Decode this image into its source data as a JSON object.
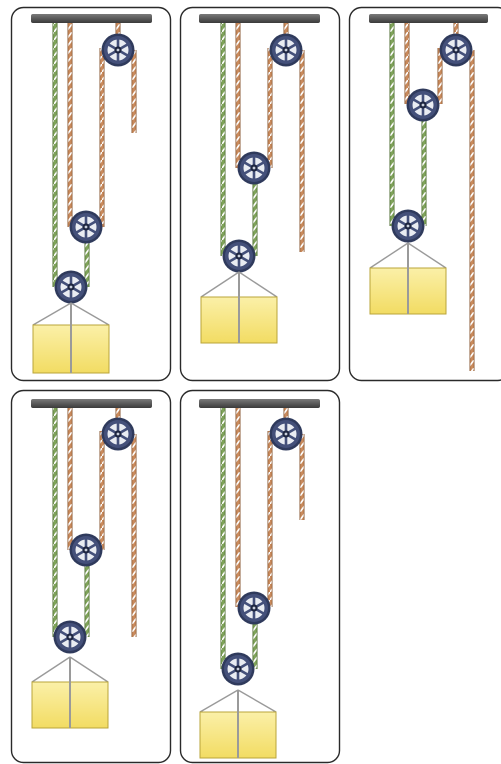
{
  "figure": {
    "panels": [
      {
        "id": "panel-1",
        "row": 1,
        "column": 1,
        "loose_rope_end": "top-right"
      },
      {
        "id": "panel-2",
        "row": 1,
        "column": 2,
        "loose_rope_end": "right"
      },
      {
        "id": "panel-3",
        "row": 1,
        "column": 3,
        "loose_rope_end": "right-bottom"
      },
      {
        "id": "panel-4",
        "row": 2,
        "column": 1,
        "loose_rope_end": "right"
      },
      {
        "id": "panel-5",
        "row": 2,
        "column": 2,
        "loose_rope_end": "top-right"
      }
    ],
    "colors": {
      "panel_border": "#2a2a2a",
      "ceiling": "#5a5a5a",
      "pulley_fill": "#44507a",
      "pulley_hub": "#e9ecf2",
      "rope_orange": "#c98a5c",
      "rope_green": "#7fa35a",
      "rope_stripe": "#ffffff",
      "block_fill": "#f6e47a",
      "block_edge": "#b9a43a",
      "hanger": "#9a9a9a"
    }
  }
}
